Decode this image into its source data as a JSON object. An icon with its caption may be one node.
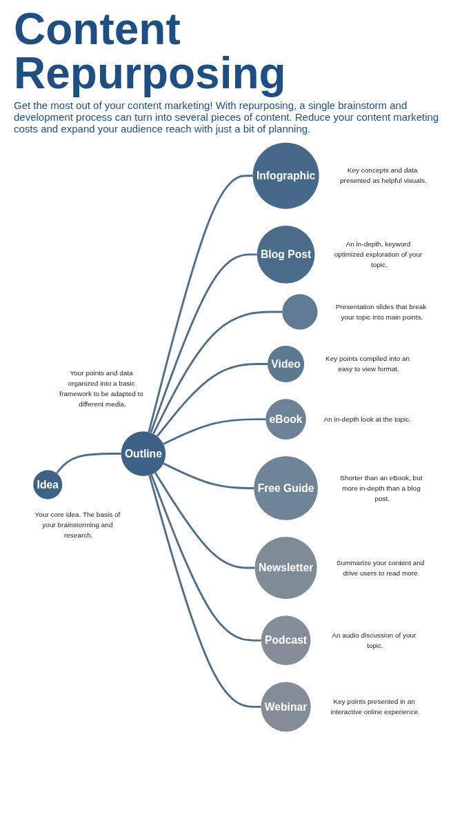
{
  "diagram": {
    "title": "Content Repurposing",
    "nodes": [
      {
        "text": [
          "Idea"
        ],
        "beside": [
          "Your core idea. The basis of your brainstorming and research."
        ]
      },
      {
        "text": [
          "Outline"
        ],
        "beside": [
          "Your points and data organized into a basic framework to be adapted to different media."
        ]
      },
      {
        "text": [
          "Infographic"
        ],
        "beside": [
          "Key concepts and data presented as helpful visuals."
        ]
      },
      {
        "text": [
          "Blog Post"
        ],
        "beside": [
          "An in-depth, keyword optimized exploration of your topic."
        ]
      },
      {
        "text": [],
        "shape": "circle",
        "beside": [
          "Presentation slides that break your topic into main points."
        ]
      },
      {
        "text": [
          "Video"
        ],
        "beside": [
          "Key points compiled into an easy to view format."
        ]
      },
      {
        "text": [
          "eBook"
        ],
        "beside": [
          "An in-depth look at the topic."
        ]
      },
      {
        "text": [
          "Free Guide"
        ],
        "beside": [
          "Shorter than an eBook, but more in-depth than a blog post."
        ]
      },
      {
        "text": [
          "Newsletter"
        ],
        "beside": [
          "Summarize your content and drive users to read more."
        ]
      },
      {
        "text": [
          "Podcast"
        ],
        "beside": [
          "An audio discussion of your topic."
        ]
      },
      {
        "text": [
          "Webinar"
        ],
        "beside": [
          "Key points presented in an interactive online experience."
        ]
      }
    ],
    "edges": [
      {
        "from": 0,
        "to": 1,
        "arrow": "none"
      },
      {
        "from": 1,
        "to": 2,
        "arrow": "none"
      },
      {
        "from": 1,
        "to": 3,
        "arrow": "none"
      },
      {
        "from": 1,
        "to": 4,
        "arrow": "none"
      },
      {
        "from": 1,
        "to": 5,
        "arrow": "none"
      },
      {
        "from": 1,
        "to": 6,
        "arrow": "none"
      },
      {
        "from": 1,
        "to": 7,
        "arrow": "none"
      },
      {
        "from": 1,
        "to": 8,
        "arrow": "none"
      },
      {
        "from": 1,
        "to": 9,
        "arrow": "none"
      },
      {
        "from": 1,
        "to": 10,
        "arrow": "none"
      }
    ],
    "labels": [
      "Get the most out of your content marketing! With repurposing, a single brainstorm and development process can turn into several pieces of content. Reduce your content marketing costs and expand your audience reach with just a bit of planning."
    ]
  }
}
